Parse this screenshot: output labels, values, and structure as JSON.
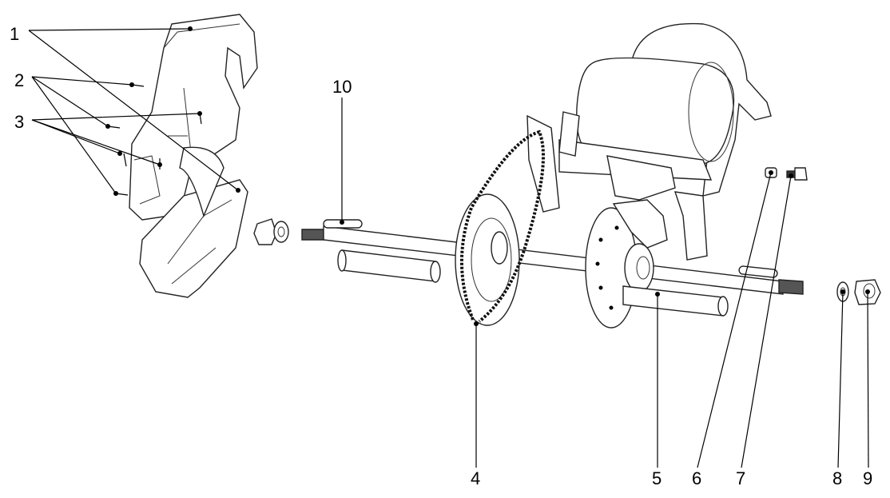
{
  "diagram": {
    "type": "exploded-parts-view",
    "callouts": [
      {
        "id": "callout-1",
        "label": "1"
      },
      {
        "id": "callout-2",
        "label": "2"
      },
      {
        "id": "callout-3",
        "label": "3"
      },
      {
        "id": "callout-4",
        "label": "4"
      },
      {
        "id": "callout-5",
        "label": "5"
      },
      {
        "id": "callout-6",
        "label": "6"
      },
      {
        "id": "callout-7",
        "label": "7"
      },
      {
        "id": "callout-8",
        "label": "8"
      },
      {
        "id": "callout-9",
        "label": "9"
      },
      {
        "id": "callout-10",
        "label": "10"
      }
    ]
  }
}
